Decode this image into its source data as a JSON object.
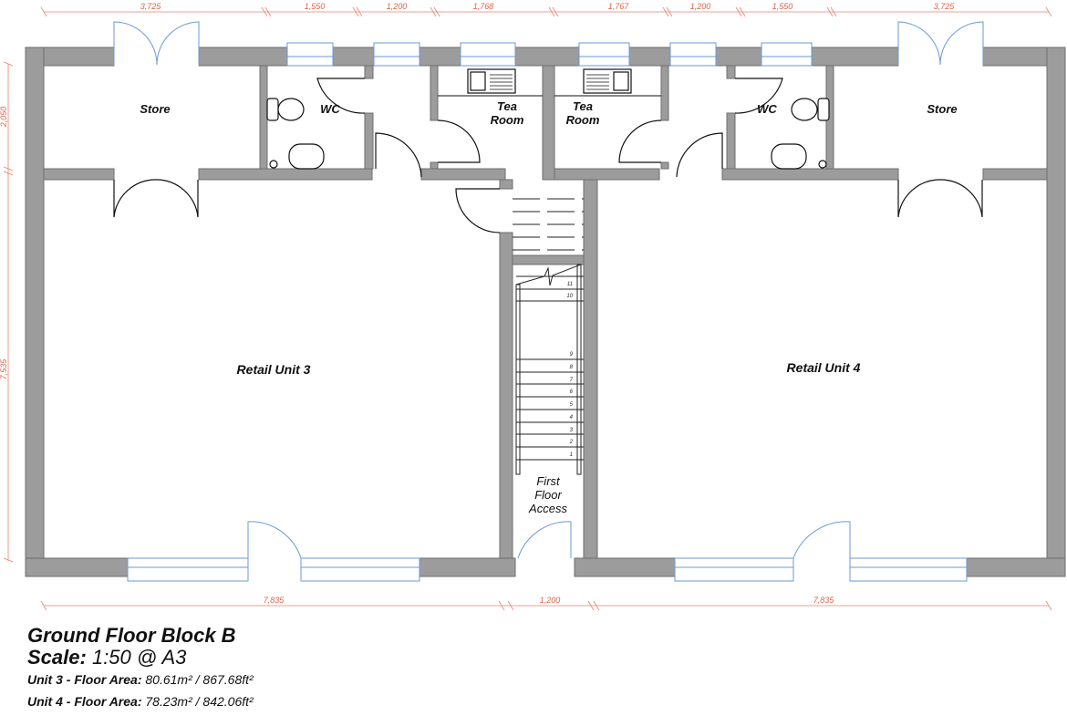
{
  "plan": {
    "rooms": {
      "store_left": "Store",
      "wc_left": "WC",
      "tea_left": [
        "Tea",
        "Room"
      ],
      "tea_right": [
        "Tea",
        "Room"
      ],
      "wc_right": "WC",
      "store_right": "Store",
      "retail3": "Retail Unit 3",
      "retail4": "Retail Unit 4",
      "access": [
        "First",
        "Floor",
        "Access"
      ]
    },
    "dimensions": {
      "top": [
        "3,725",
        "1,550",
        "1,200",
        "1,768",
        "1,767",
        "1,200",
        "1,550",
        "3,725"
      ],
      "bottom": [
        "7,835",
        "1,200",
        "7,835"
      ],
      "left": [
        "2,050",
        "7,535"
      ]
    },
    "stair_treads": [
      "11",
      "10",
      "9",
      "8",
      "7",
      "6",
      "5",
      "4",
      "3",
      "2",
      "1"
    ],
    "colors": {
      "wall": "#9c9c9c",
      "window": "#6a9ad6",
      "dimension": "#e0604a"
    }
  },
  "legend": {
    "title": "Ground Floor Block B",
    "scale_label": "Scale:",
    "scale_value": "1:50 @ A3",
    "unit3_label": "Unit 3 - Floor Area:",
    "unit3_value": "80.61m² / 867.68ft²",
    "unit4_label": "Unit 4 - Floor Area:",
    "unit4_value": "78.23m² / 842.06ft²"
  }
}
